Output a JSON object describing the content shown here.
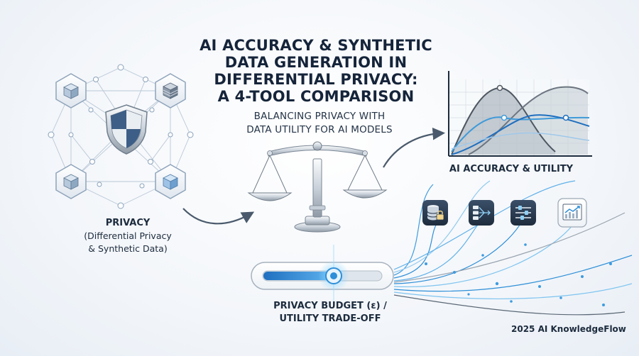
{
  "header": {
    "title_lines": [
      "AI ACCURACY & SYNTHETIC",
      "DATA GENERATION IN",
      "DIFFERENTIAL PRIVACY:",
      "A 4-TOOL COMPARISON"
    ],
    "subtitle_lines": [
      "BALANCING PRIVACY WITH",
      "DATA UTILITY FOR AI MODELS"
    ]
  },
  "privacy_panel": {
    "heading": "PRIVACY",
    "desc_lines": [
      "(Differential Privacy",
      "& Synthetic Data)"
    ],
    "center_icon": "shield-icon",
    "node_icons": [
      "cube-icon",
      "stack-cube-icon",
      "cube-icon",
      "cube-icon"
    ]
  },
  "accuracy_panel": {
    "label": "AI ACCURACY & UTILITY"
  },
  "tools": {
    "icons": [
      "database-lock-icon",
      "data-flow-icon",
      "sliders-icon",
      "trend-chart-icon"
    ]
  },
  "budget_slider": {
    "label_lines": [
      "PRIVACY BUDGET (ε) /",
      "UTILITY TRADE-OFF"
    ]
  },
  "footer": {
    "credit": "2025 AI KnowledgeFlow"
  },
  "colors": {
    "accent_blue": "#2f8fd8",
    "dark_navy": "#26384f",
    "gray_curve": "#8a94a0"
  }
}
